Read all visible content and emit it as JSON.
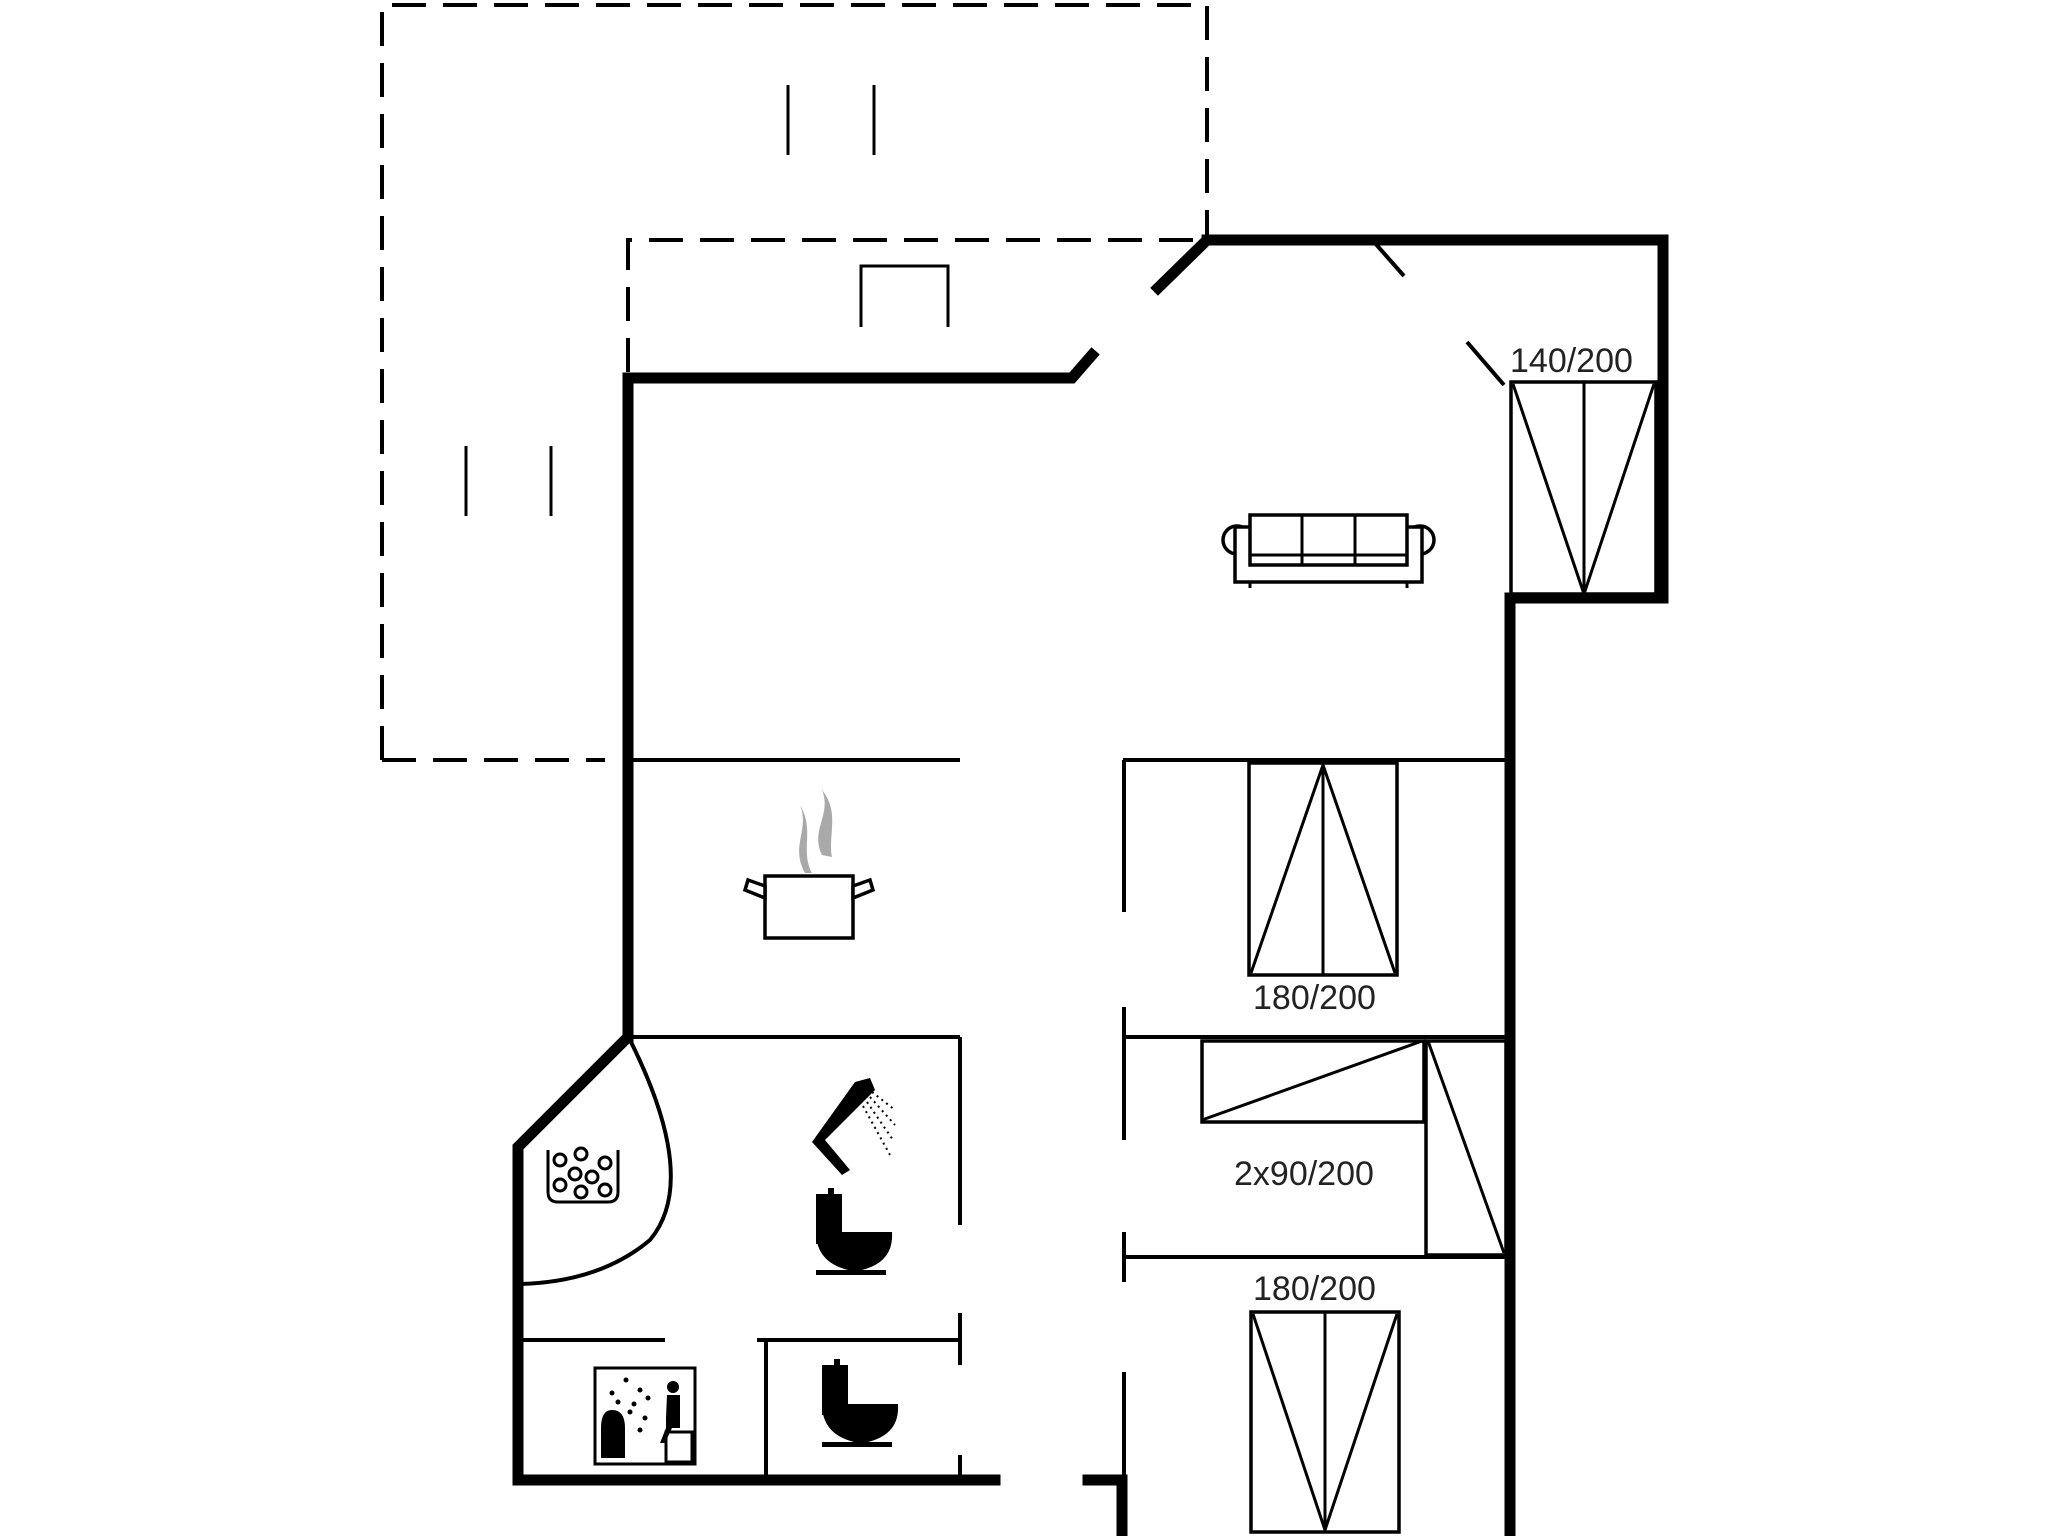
{
  "plan": {
    "type": "floor-plan",
    "background": "#ffffff",
    "line_color": "#000000",
    "steam_color": "#a9a9a9"
  },
  "rooms": [
    {
      "id": "terrace",
      "kind": "covered terrace (dashed outline)"
    },
    {
      "id": "living",
      "kind": "living room",
      "icon": "sofa-icon"
    },
    {
      "id": "kitchen",
      "kind": "kitchen",
      "icon": "cooking-pot-icon"
    },
    {
      "id": "bathroom",
      "kind": "bathroom",
      "icons": [
        "spa-whirlpool-icon",
        "shower-icon",
        "toilet-icon"
      ]
    },
    {
      "id": "sauna",
      "kind": "sauna",
      "icon": "sauna-icon"
    },
    {
      "id": "wc",
      "kind": "toilet",
      "icon": "toilet-icon"
    },
    {
      "id": "bedroom-1",
      "kind": "bedroom",
      "bed": "140/200"
    },
    {
      "id": "bedroom-2",
      "kind": "bedroom",
      "bed": "180/200"
    },
    {
      "id": "bedroom-3",
      "kind": "bedroom",
      "bed": "2x90/200"
    },
    {
      "id": "bedroom-4",
      "kind": "bedroom",
      "bed": "180/200"
    }
  ],
  "labels": {
    "bed_living_alcove": "140/200",
    "bed_room_2": "180/200",
    "bed_room_3": "2x90/200",
    "bed_room_4": "180/200"
  }
}
